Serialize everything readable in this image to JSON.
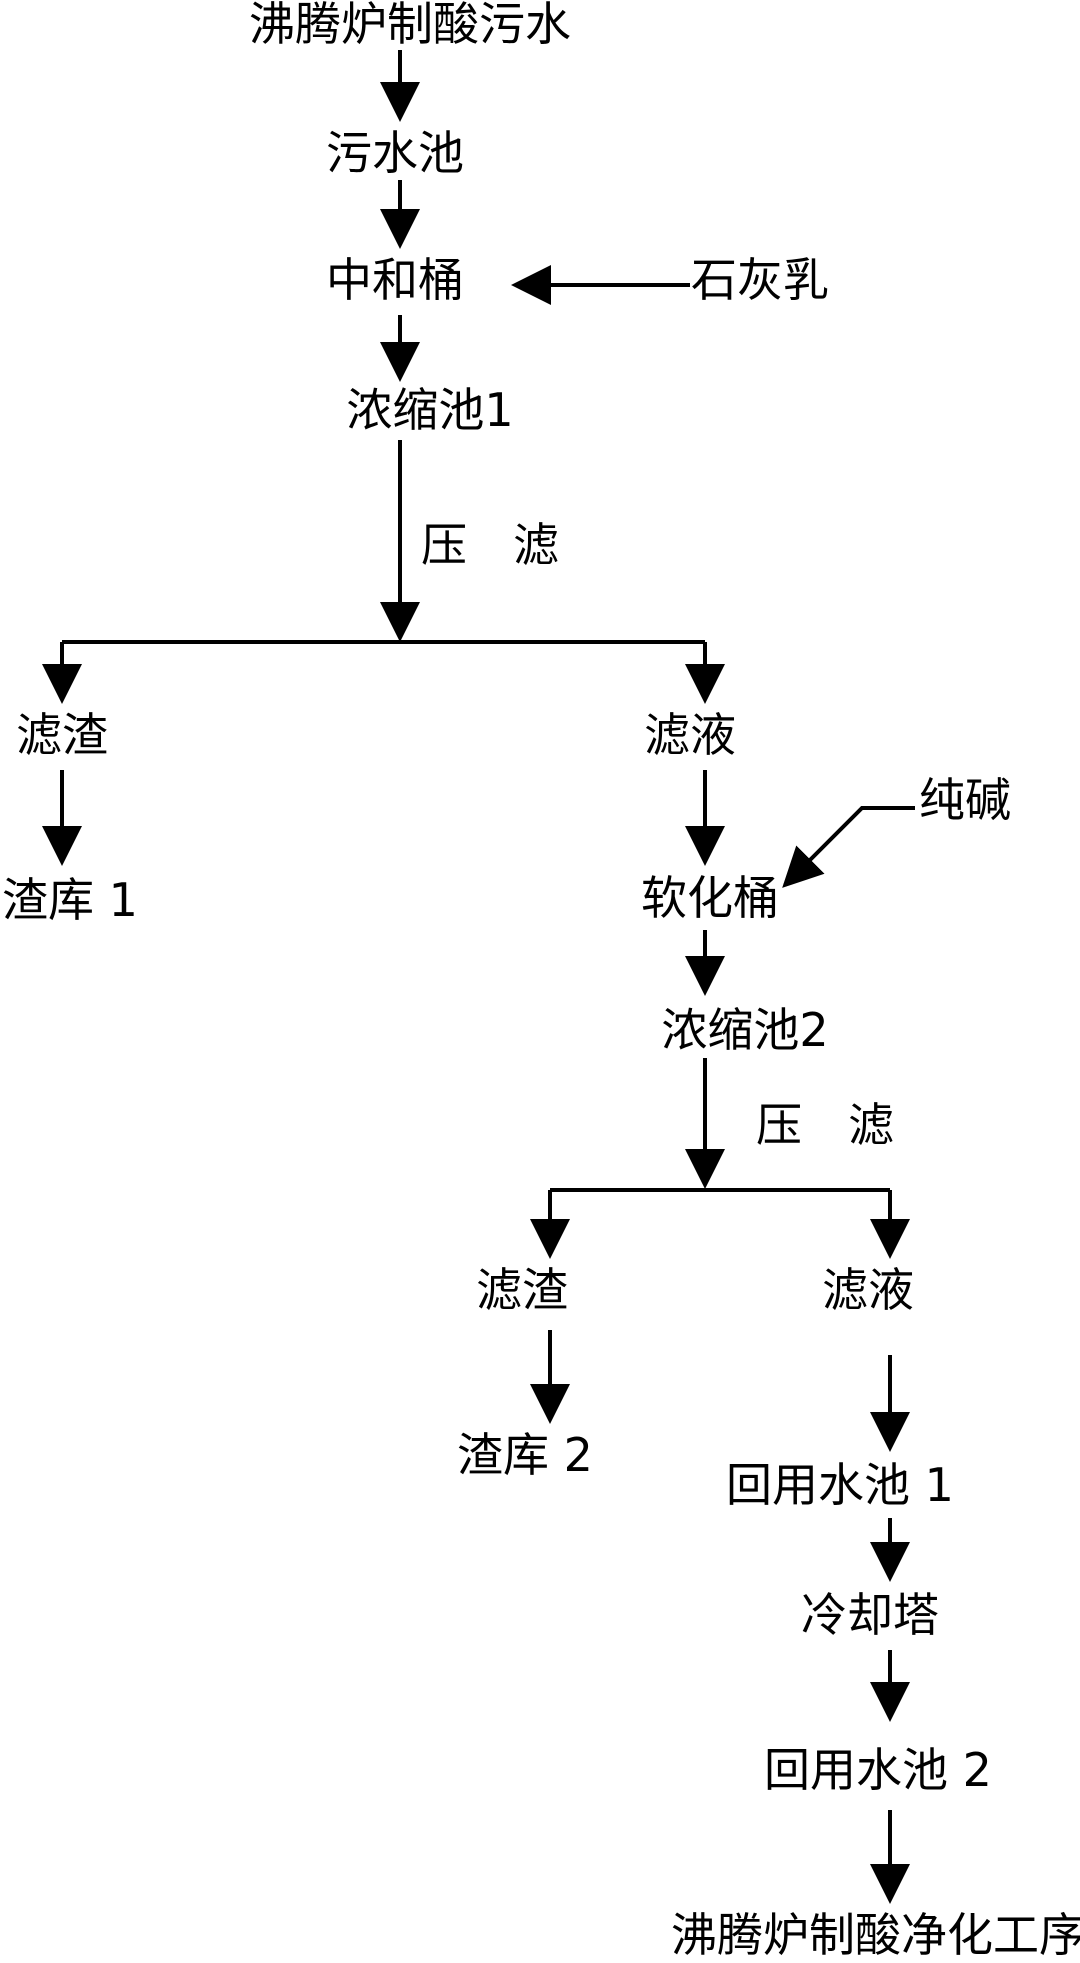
{
  "diagram": {
    "nodes": {
      "source": "沸腾炉制酸污水",
      "sewage_pool": "污水池",
      "neutralization_tank": "中和桶",
      "lime_milk": "石灰乳",
      "thickener_1": "浓缩池1",
      "press_filter_1": "压　滤",
      "residue_1": "滤渣",
      "filtrate_1": "滤液",
      "residue_store_1": "渣库 1",
      "soda_ash": "纯碱",
      "softening_tank": "软化桶",
      "thickener_2": "浓缩池2",
      "press_filter_2": "压　滤",
      "residue_2": "滤渣",
      "filtrate_2": "滤液",
      "residue_store_2": "渣库 2",
      "reuse_pool_1": "回用水池 1",
      "cooling_tower": "冷却塔",
      "reuse_pool_2": "回用水池 2",
      "purification": "沸腾炉制酸净化工序"
    },
    "edges": [
      [
        "source",
        "sewage_pool"
      ],
      [
        "sewage_pool",
        "neutralization_tank"
      ],
      [
        "lime_milk",
        "neutralization_tank"
      ],
      [
        "neutralization_tank",
        "thickener_1"
      ],
      [
        "thickener_1",
        "residue_1"
      ],
      [
        "thickener_1",
        "filtrate_1"
      ],
      [
        "residue_1",
        "residue_store_1"
      ],
      [
        "filtrate_1",
        "softening_tank"
      ],
      [
        "soda_ash",
        "softening_tank"
      ],
      [
        "softening_tank",
        "thickener_2"
      ],
      [
        "thickener_2",
        "residue_2"
      ],
      [
        "thickener_2",
        "filtrate_2"
      ],
      [
        "residue_2",
        "residue_store_2"
      ],
      [
        "filtrate_2",
        "reuse_pool_1"
      ],
      [
        "reuse_pool_1",
        "cooling_tower"
      ],
      [
        "cooling_tower",
        "reuse_pool_2"
      ],
      [
        "reuse_pool_2",
        "purification"
      ]
    ]
  }
}
